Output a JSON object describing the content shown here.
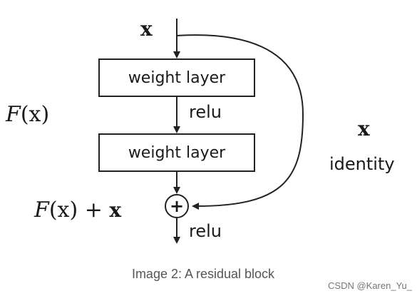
{
  "diagram": {
    "input_label": "x",
    "layer1_label": "weight layer",
    "layer2_label": "weight layer",
    "relu1_label": "relu",
    "relu2_label": "relu",
    "fx_label_script": "F",
    "fx_label_rest": "(x)",
    "identity_x_label": "x",
    "identity_label": "identity",
    "sum_label_script": "F",
    "sum_label_paren": "(x) + ",
    "sum_label_x": "x",
    "plus_symbol": "+"
  },
  "caption": "Image 2: A residual block",
  "watermark": "CSDN @Karen_Yu_"
}
